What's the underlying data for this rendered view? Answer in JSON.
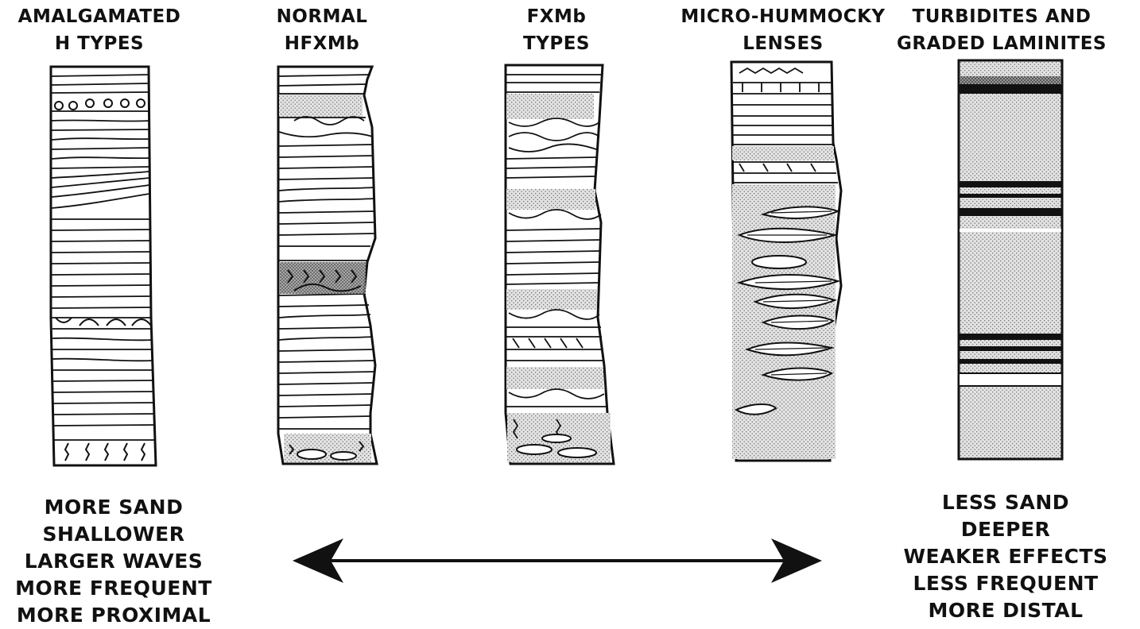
{
  "columns": [
    {
      "line1": "AMALGAMATED",
      "line2": "H TYPES"
    },
    {
      "line1": "NORMAL",
      "line2": "HFXMb"
    },
    {
      "line1": "FXMb",
      "line2": "TYPES"
    },
    {
      "line1": "MICRO-HUMMOCKY",
      "line2": "LENSES"
    },
    {
      "line1": "TURBIDITES AND",
      "line2": "GRADED LAMINITES"
    }
  ],
  "left_trend": [
    "MORE SAND",
    "SHALLOWER",
    "LARGER WAVES",
    "MORE FREQUENT",
    "MORE PROXIMAL"
  ],
  "right_trend": [
    "LESS SAND",
    "DEEPER",
    "WEAKER EFFECTS",
    "LESS FREQUENT",
    "MORE DISTAL"
  ],
  "colors": {
    "ink": "#111111",
    "paper": "#ffffff",
    "stipple": "#d8d8d8"
  }
}
